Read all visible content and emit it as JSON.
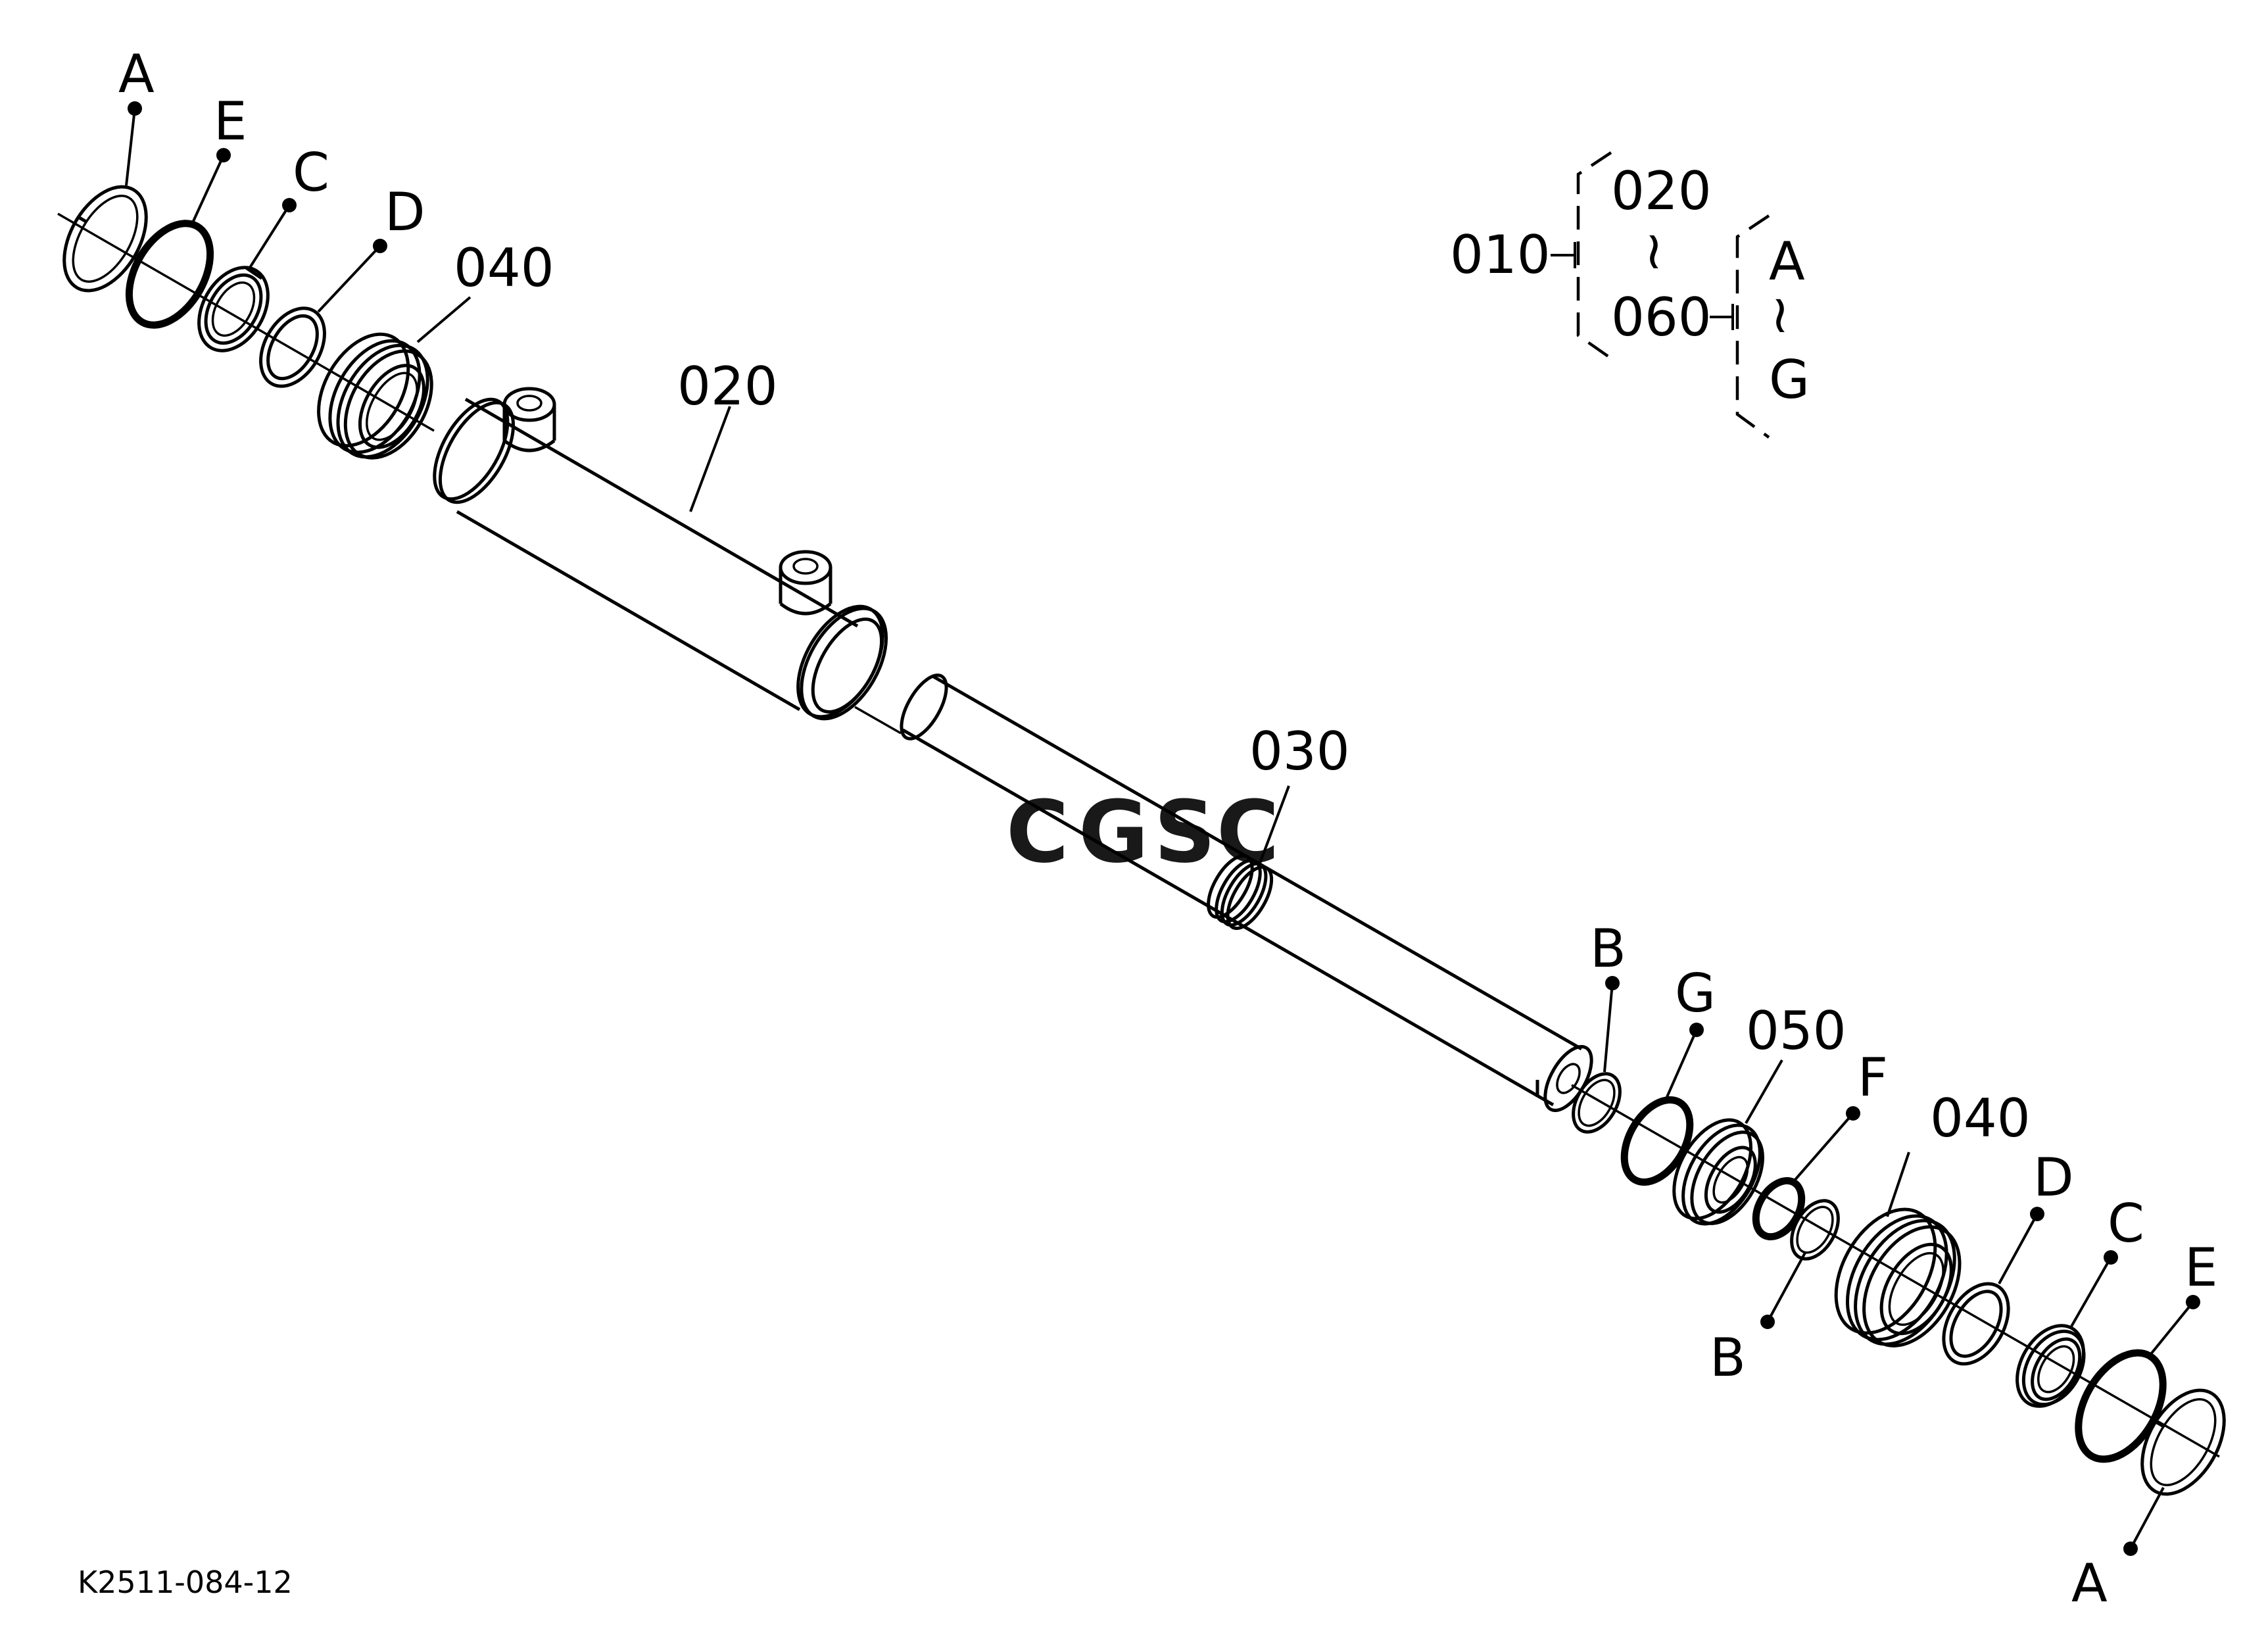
{
  "diagram": {
    "drawing_code": "K2511-084-12",
    "labels": {
      "a_top": "A",
      "e_top": "E",
      "c_top": "C",
      "d_top": "D",
      "n040_top": "040",
      "n020": "020",
      "n030": "030",
      "b_right": "B",
      "g_right": "G",
      "n050": "050",
      "f_right": "F",
      "n040_right": "040",
      "d_right": "D",
      "c_right": "C",
      "e_right": "E",
      "b_low": "B",
      "a_low": "A"
    },
    "legend": {
      "assembly": "010",
      "range_start": "020",
      "range_sep": "≀",
      "range_end": "060",
      "sub_start": "A",
      "sub_sep": "≀",
      "sub_end": "G"
    },
    "watermark": {
      "letters": [
        "C",
        "G",
        "S",
        "C"
      ],
      "colors": [
        "#4f8ff0",
        "#ee6f66",
        "#f7cf4a",
        "#4dbb8a"
      ]
    }
  }
}
